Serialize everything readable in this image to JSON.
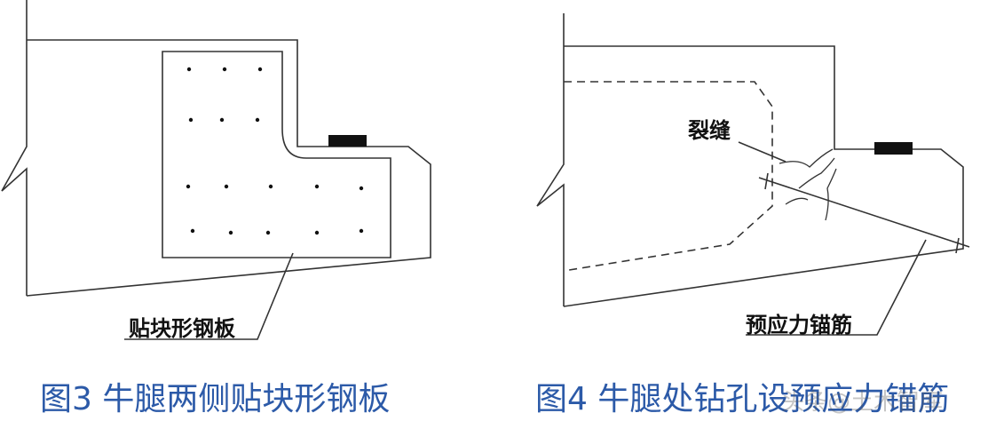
{
  "figure3": {
    "label": "贴块形钢板",
    "caption": "图3 牛腿两侧贴块形钢板"
  },
  "figure4": {
    "crack_label": "裂缝",
    "anchor_label": "预应力锚筋",
    "caption": "图4 牛腿处钻孔设预应力锚筋"
  },
  "watermark": "头条@土木智库",
  "colors": {
    "caption": "#2c5aa8",
    "line": "#333333"
  }
}
